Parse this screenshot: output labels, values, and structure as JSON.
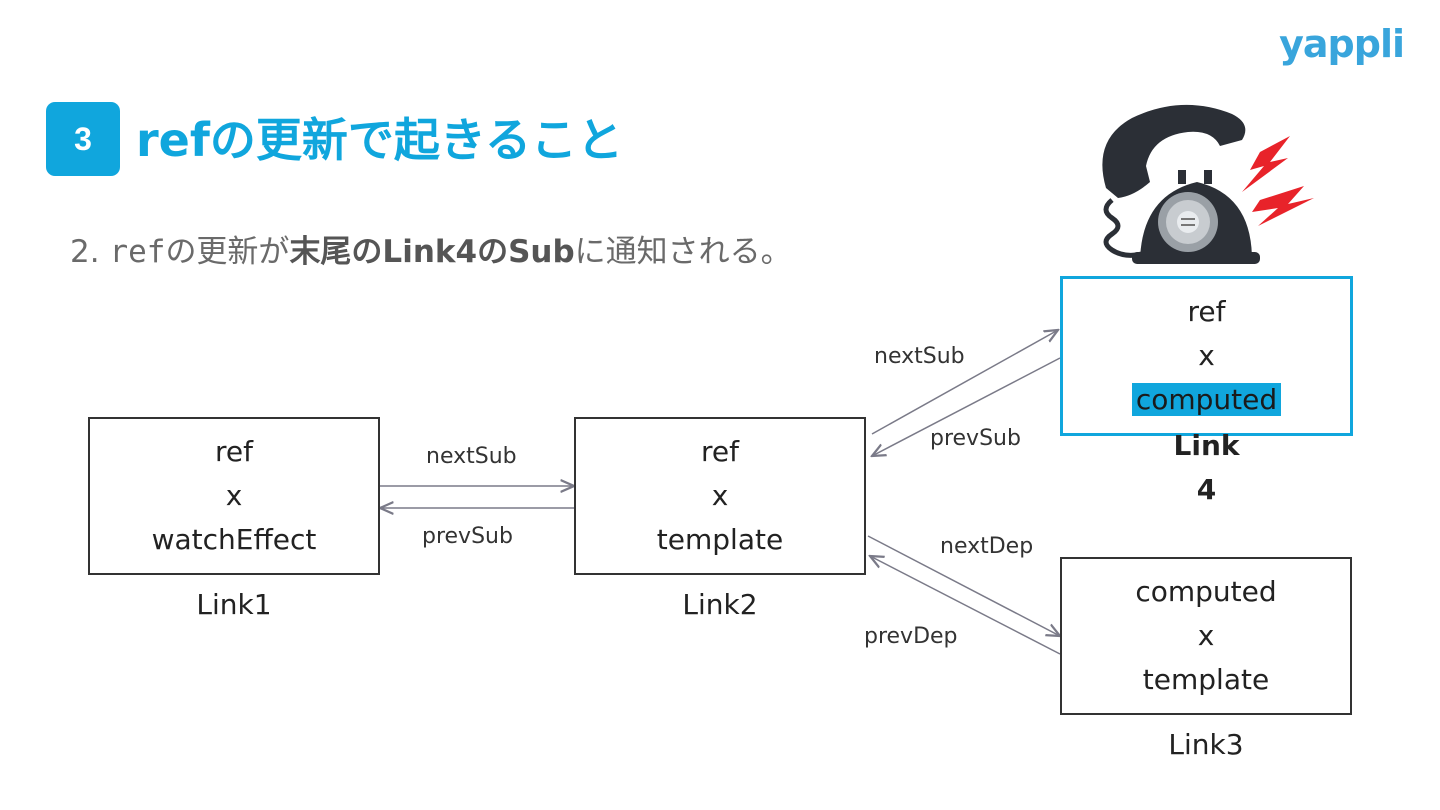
{
  "logo": "yappli",
  "slide": {
    "number": "3",
    "title": "refの更新で起きること",
    "subtitle": {
      "prefix": "2. ",
      "code": "ref",
      "middle": "の更新が",
      "bold": "末尾のLink4のSub",
      "suffix": "に通知される。"
    }
  },
  "nodes": {
    "link1": {
      "lines": [
        "ref",
        "x",
        "watchEffect"
      ],
      "caption": "Link1"
    },
    "link2": {
      "lines": [
        "ref",
        "x",
        "template"
      ],
      "caption": "Link2"
    },
    "link3": {
      "lines": [
        "computed",
        "x",
        "template"
      ],
      "caption": "Link3"
    },
    "link4": {
      "lines": [
        "ref",
        "x",
        "computed"
      ],
      "caption": "Link\n4"
    }
  },
  "edges": {
    "l1_l2_next": "nextSub",
    "l2_l1_prev": "prevSub",
    "l2_l4_next": "nextSub",
    "l4_l2_prev": "prevSub",
    "l2_l3_next": "nextDep",
    "l3_l2_prev": "prevDep"
  },
  "colors": {
    "accent": "#10a6dd",
    "logo": "#39a5dc",
    "arrow": "#7a7a88"
  },
  "icons": {
    "phone": "ringing-telephone-icon"
  }
}
